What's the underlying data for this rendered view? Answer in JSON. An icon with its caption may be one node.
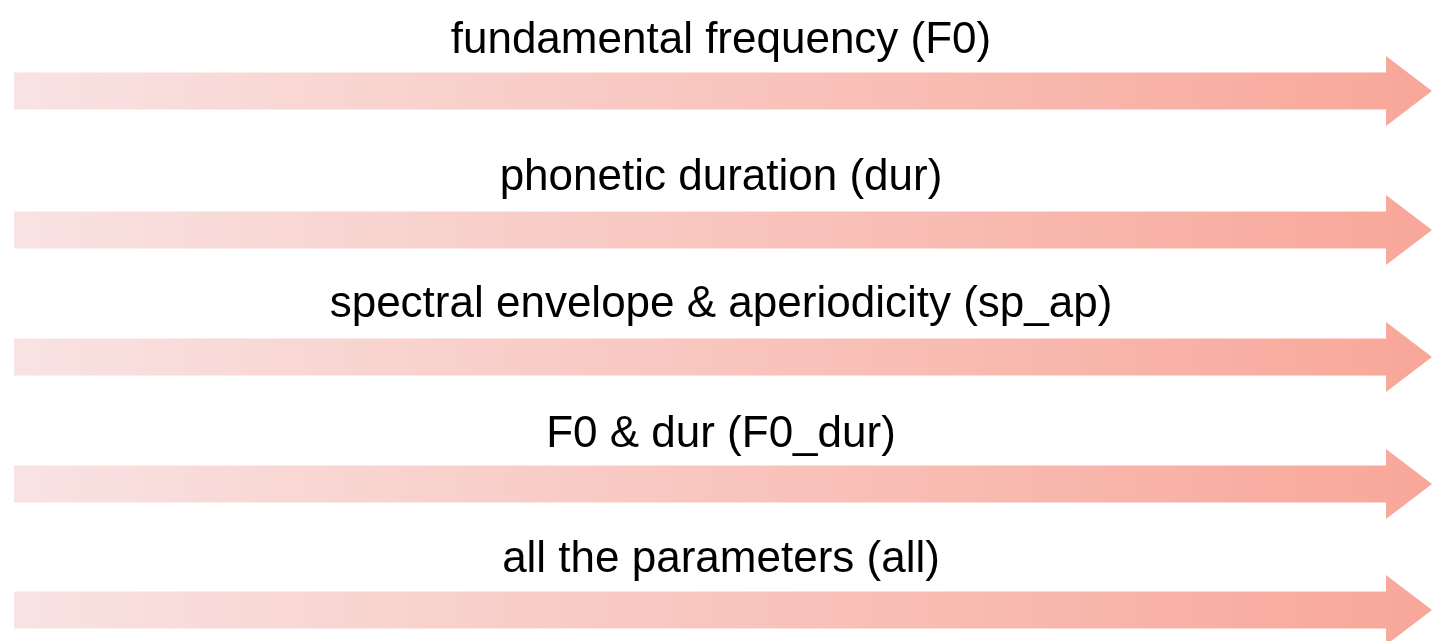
{
  "diagram": {
    "labels": [
      "fundamental frequency (F0)",
      "phonetic duration (dur)",
      "spectral envelope & aperiodicity (sp_ap)",
      "F0 & dur (F0_dur)",
      "all the parameters (all)"
    ]
  }
}
